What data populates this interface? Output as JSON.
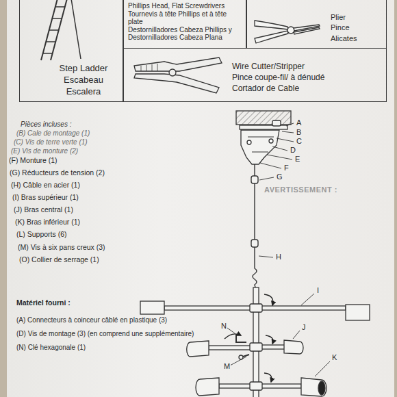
{
  "diagram": {
    "nodes": [
      {
        "text": [
          "Step Ladder",
          "Escabeau",
          "Escalera"
        ]
      },
      {
        "text": [
          "Phillips Head, Flat Screwdrivers",
          "Tournevis à tête Phillips et à tête plate",
          "Destornilladores Cabeza Phillips y Destornilladores Cabeza Plana"
        ]
      },
      {
        "text": [
          "Plier",
          "Pince",
          "Alicates"
        ]
      },
      {
        "text": [
          "Wire Cutter/Stripper",
          "Pince coupe-fil/ à dénudé",
          "Cortador de Cable"
        ]
      }
    ],
    "labels": [
      "Pièces incluses :",
      "(B) Cale de montage (1)",
      "(C) Vis de terre verte (1)",
      "(E) Vis de monture (2)",
      "(F) Monture (1)",
      "(G) Réducteurs de tension (2)",
      "(H) Câble en acier (1)",
      "(I) Bras supérieur (1)",
      "(J) Bras central (1)",
      "(K) Bras inférieur (1)",
      "(L) Supports (6)",
      "(M) Vis à six pans creux (3)",
      "(O) Collier de serrage (1)",
      "Matériel fourni :",
      "(A) Connecteurs à coinceur câblé en plastique (3)",
      "(D) Vis de montage (3) (en comprend une supplémentaire)",
      "(N) Clé hexagonale (1)",
      "AVERTISSEMENT :",
      "A",
      "B",
      "C",
      "D",
      "E",
      "F",
      "G",
      "H",
      "I",
      "J",
      "N",
      "M",
      "K"
    ]
  }
}
